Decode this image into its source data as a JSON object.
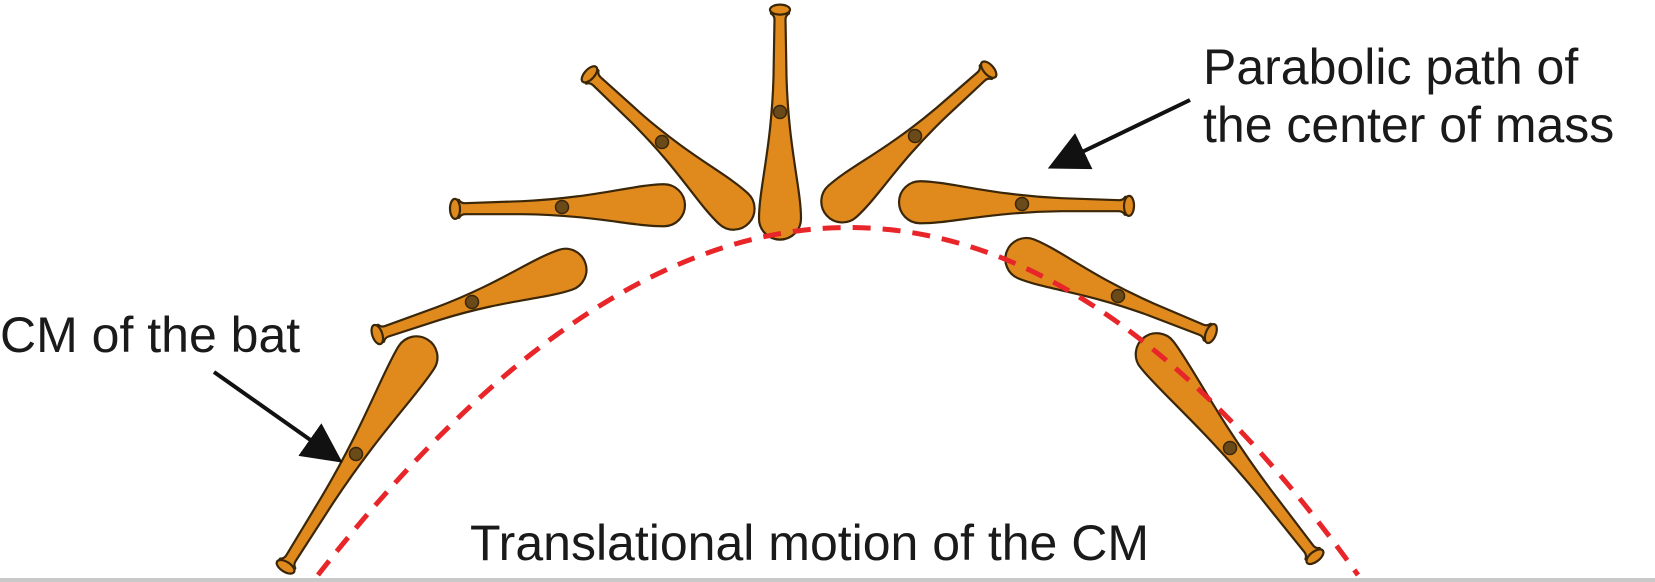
{
  "labels": {
    "parabolic_path_line1": "Parabolic path of",
    "parabolic_path_line2": "the center of mass",
    "cm_of_bat": "CM of the bat",
    "translational_motion": "Translational motion of the CM"
  },
  "colors": {
    "bat_fill": "#E08A1E",
    "bat_stroke": "#3a2608",
    "cm_dot": "#6b4a1a",
    "path": "#E8262A",
    "arrow": "#111111",
    "text": "#1a1a1a"
  },
  "bats": [
    {
      "name": "bat-1"
    },
    {
      "name": "bat-2"
    },
    {
      "name": "bat-3"
    },
    {
      "name": "bat-4"
    },
    {
      "name": "bat-5"
    },
    {
      "name": "bat-6"
    },
    {
      "name": "bat-7"
    },
    {
      "name": "bat-8"
    },
    {
      "name": "bat-9"
    },
    {
      "name": "bat-10"
    }
  ]
}
